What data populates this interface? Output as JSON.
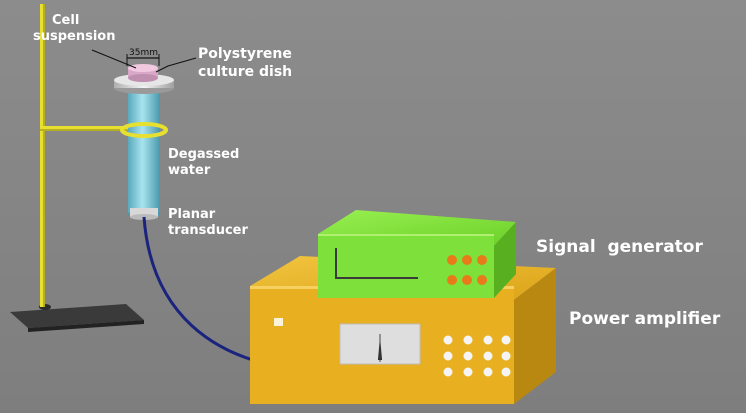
{
  "labels": {
    "cell_suspension_1": "Cell",
    "cell_suspension_2": "suspension",
    "dish_width": "35mm",
    "polystyrene_1": "Polystyrene",
    "polystyrene_2": "culture dish",
    "degassed_1": "Degassed",
    "degassed_2": "water",
    "planar_1": "Planar",
    "planar_2": "transducer",
    "signal_generator": "Signal  generator",
    "power_amplifier": "Power amplifier"
  },
  "colors": {
    "background": "#8a8a8a",
    "stand": "#e8e030",
    "base": "#3a3a3a",
    "water_tube": "#7ec8d8",
    "cable": "#1a237e",
    "signal_generator": "#7ee03a",
    "power_amplifier": "#e8b020",
    "knobs": "#e87a1a"
  }
}
